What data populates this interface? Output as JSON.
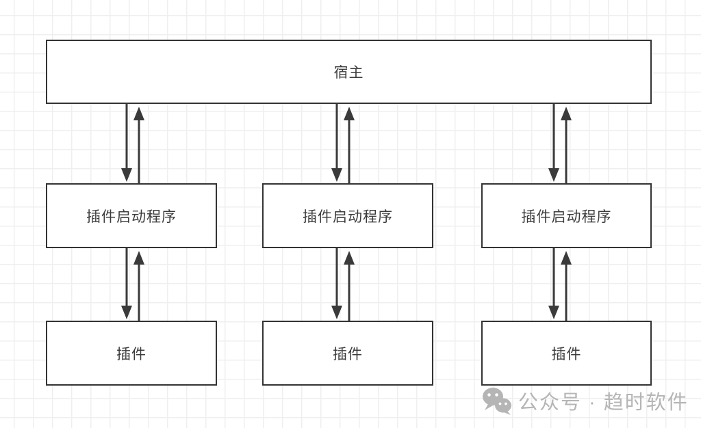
{
  "diagram": {
    "host": {
      "label": "宿主"
    },
    "launchers": [
      {
        "label": "插件启动程序"
      },
      {
        "label": "插件启动程序"
      },
      {
        "label": "插件启动程序"
      }
    ],
    "plugins": [
      {
        "label": "插件"
      },
      {
        "label": "插件"
      },
      {
        "label": "插件"
      }
    ]
  },
  "watermark": {
    "icon": "wechat-icon",
    "text": "公众号 · 趋时软件"
  },
  "colors": {
    "background": "#ffffff",
    "grid_line": "#efefef",
    "box_fill": "#ffffff",
    "box_border": "#333333",
    "box_text": "#3c3c3c",
    "arrow": "#3a3a3a",
    "watermark_text": "#b5b5b5"
  }
}
